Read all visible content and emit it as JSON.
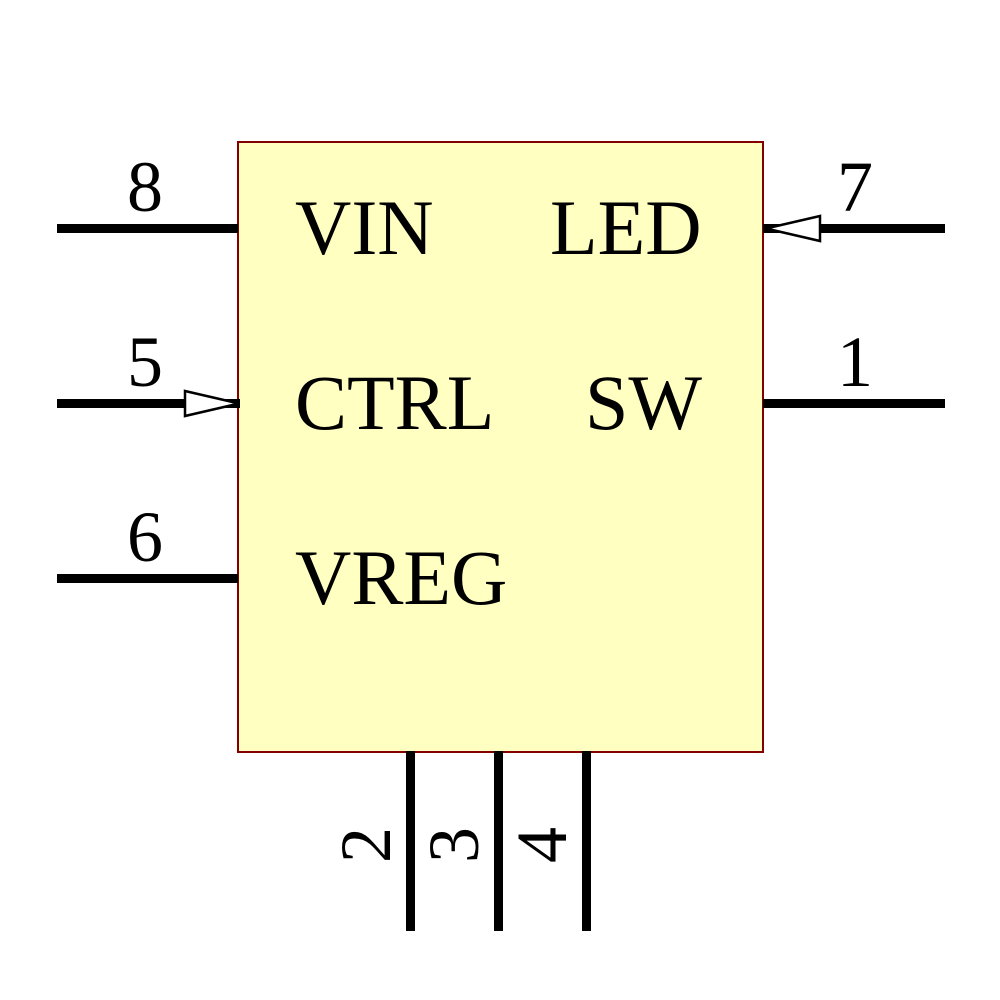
{
  "schematic": {
    "body": {
      "fill": "#FFFFC2",
      "border_color": "#840000",
      "pin_color": "#000000"
    },
    "labels": {
      "vin": "VIN",
      "led": "LED",
      "ctrl": "CTRL",
      "sw": "SW",
      "vreg": "VREG"
    },
    "pins": {
      "left": [
        {
          "number": "8"
        },
        {
          "number": "5"
        },
        {
          "number": "6"
        }
      ],
      "right": [
        {
          "number": "7"
        },
        {
          "number": "1"
        }
      ],
      "bottom": [
        {
          "number": "2"
        },
        {
          "number": "3"
        },
        {
          "number": "4"
        }
      ]
    }
  }
}
